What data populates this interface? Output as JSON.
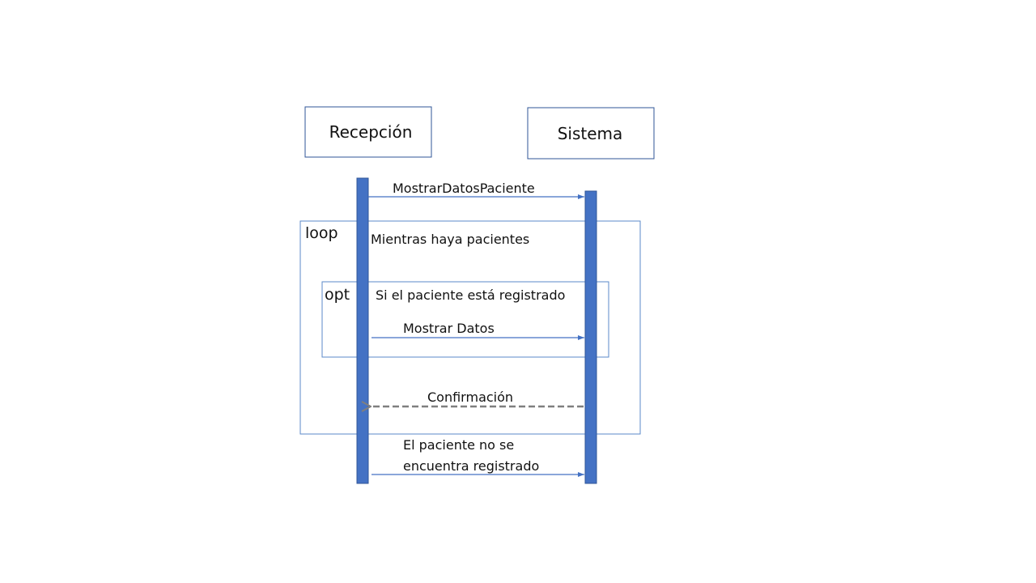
{
  "actors": [
    {
      "name": "Recepción"
    },
    {
      "name": "Sistema"
    }
  ],
  "messages": [
    {
      "label": "MostrarDatosPaciente",
      "kind": "sync"
    },
    {
      "label": "Mostrar Datos",
      "kind": "sync"
    },
    {
      "label": "Confirmación",
      "kind": "return"
    },
    {
      "label_lines": [
        "El paciente no se",
        "encuentra registrado"
      ],
      "kind": "sync"
    }
  ],
  "fragments": {
    "loop": {
      "keyword": "loop",
      "guard": "Mientras haya pacientes"
    },
    "opt": {
      "keyword": "opt",
      "guard": "Si el paciente está registrado"
    }
  },
  "colors": {
    "lifeline": "#4472c4",
    "border": "#2f5597",
    "return_arrow": "#7f7f7f"
  }
}
